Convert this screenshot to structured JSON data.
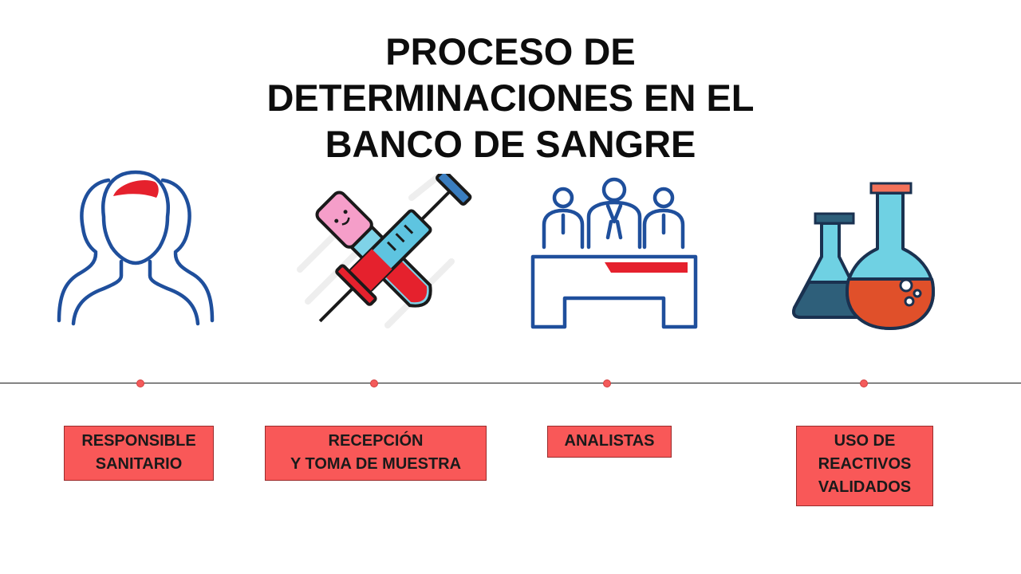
{
  "title": {
    "line1": "PROCESO DE",
    "line2": "DETERMINACIONES EN EL",
    "line3": "BANCO DE SANGRE"
  },
  "colors": {
    "accent_red": "#f95858",
    "icon_blue": "#1f4f9c",
    "timeline": "#1a1a1a"
  },
  "steps": [
    {
      "icon": "person-head-icon",
      "lines": [
        "RESPONSIBLE",
        "SANITARIO"
      ]
    },
    {
      "icon": "syringe-test-tube-icon",
      "lines": [
        "RECEPCIÓN",
        "Y TOMA DE MUESTRA"
      ]
    },
    {
      "icon": "analysts-team-icon",
      "lines": [
        "ANALISTAS"
      ]
    },
    {
      "icon": "lab-flasks-icon",
      "lines": [
        "USO DE",
        "REACTIVOS",
        "VALIDADOS"
      ]
    }
  ]
}
